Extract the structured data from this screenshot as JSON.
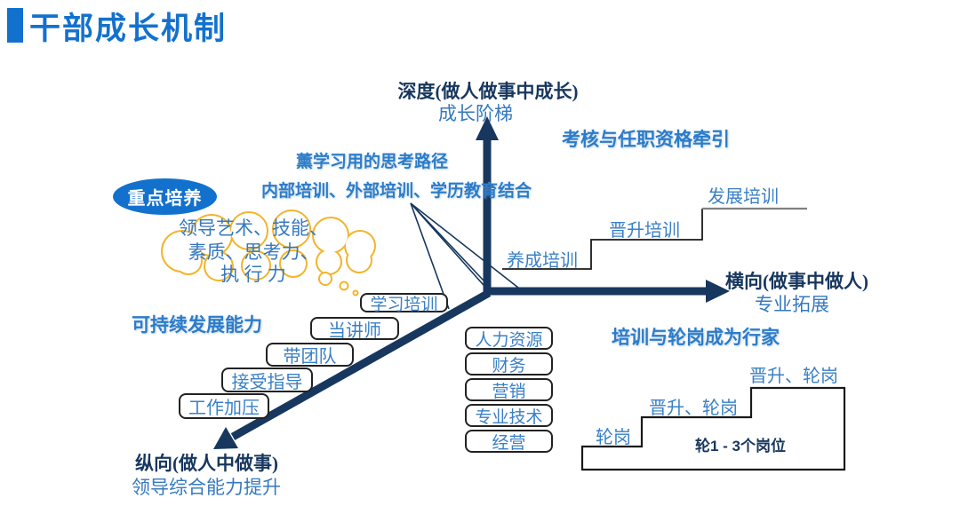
{
  "title": "干部成长机制",
  "axes": {
    "depth": {
      "main": "深度(做人做事中成长)",
      "sub": "成长阶梯"
    },
    "horizontal": {
      "main": "横向(做事中做人)",
      "sub": "专业拓展"
    },
    "vertical": {
      "main": "纵向(做人中做事)",
      "sub": "领导综合能力提升"
    }
  },
  "headings": {
    "assessment": "考核与任职资格牵引",
    "rotation_expert": "培训与轮岗成为行家",
    "sustainable": "可持续发展能力",
    "thinking_path": "薰学习用的思考路径",
    "training_mix": "内部培训、外部培训、学历教育结合",
    "key_training": "重点培养"
  },
  "cloud": {
    "line1": "领导艺术、技能、",
    "line2": "素质、思考力、",
    "line3": "执 行 力"
  },
  "left_stairs": [
    "学习培训",
    "当讲师",
    "带团队",
    "接受指导",
    "工作加压"
  ],
  "right_stairs": [
    "养成培训",
    "晋升培训",
    "发展培训"
  ],
  "functions": [
    "人力资源",
    "财务",
    "营销",
    "专业技术",
    "经营"
  ],
  "rotation_stairs": {
    "step1": "轮岗",
    "step2": "晋升、轮岗",
    "step3": "晋升、轮岗",
    "inner": "轮1 - 3个岗位"
  },
  "colors": {
    "accent_blue": "#1371CE",
    "heading_blue": "#2C7CC9",
    "label_blue": "#3A80C6",
    "axis_navy": "#17375E",
    "cloud_yellow": "#F2B52D",
    "line_black": "#1a1a1a",
    "line_gray": "#808080"
  }
}
